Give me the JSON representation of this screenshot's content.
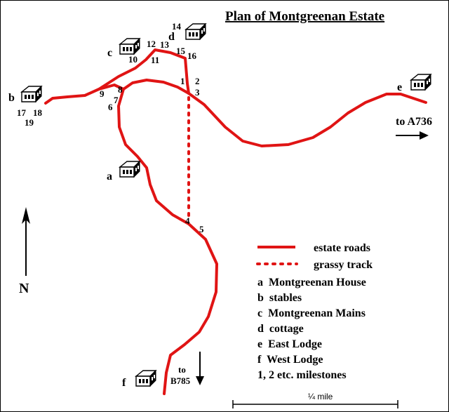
{
  "title": "Plan of Montgreenan Estate",
  "places": {
    "a": "a",
    "b": "b",
    "c": "c",
    "d": "d",
    "e": "e",
    "f": "f"
  },
  "milestones": [
    "1",
    "2",
    "3",
    "4",
    "5",
    "6",
    "7",
    "8",
    "9",
    "10",
    "11",
    "12",
    "13",
    "14",
    "15",
    "16",
    "17",
    "18",
    "19"
  ],
  "directions": {
    "east": "to A736",
    "south_line1": "to",
    "south_line2": "B785",
    "north": "N"
  },
  "legend": {
    "roads": "estate roads",
    "track": "grassy track",
    "items": [
      "a  Montgreenan House",
      "b  stables",
      "c  Montgreenan Mains",
      "d  cottage",
      "e  East Lodge",
      "f  West Lodge",
      "1, 2 etc. milestones"
    ]
  },
  "scale": {
    "label": "¼ mile"
  },
  "colors": {
    "road": "#e01414",
    "ink": "#000000"
  },
  "icons": [
    "house-icon",
    "north-arrow-icon",
    "east-arrow-icon",
    "south-arrow-icon"
  ]
}
